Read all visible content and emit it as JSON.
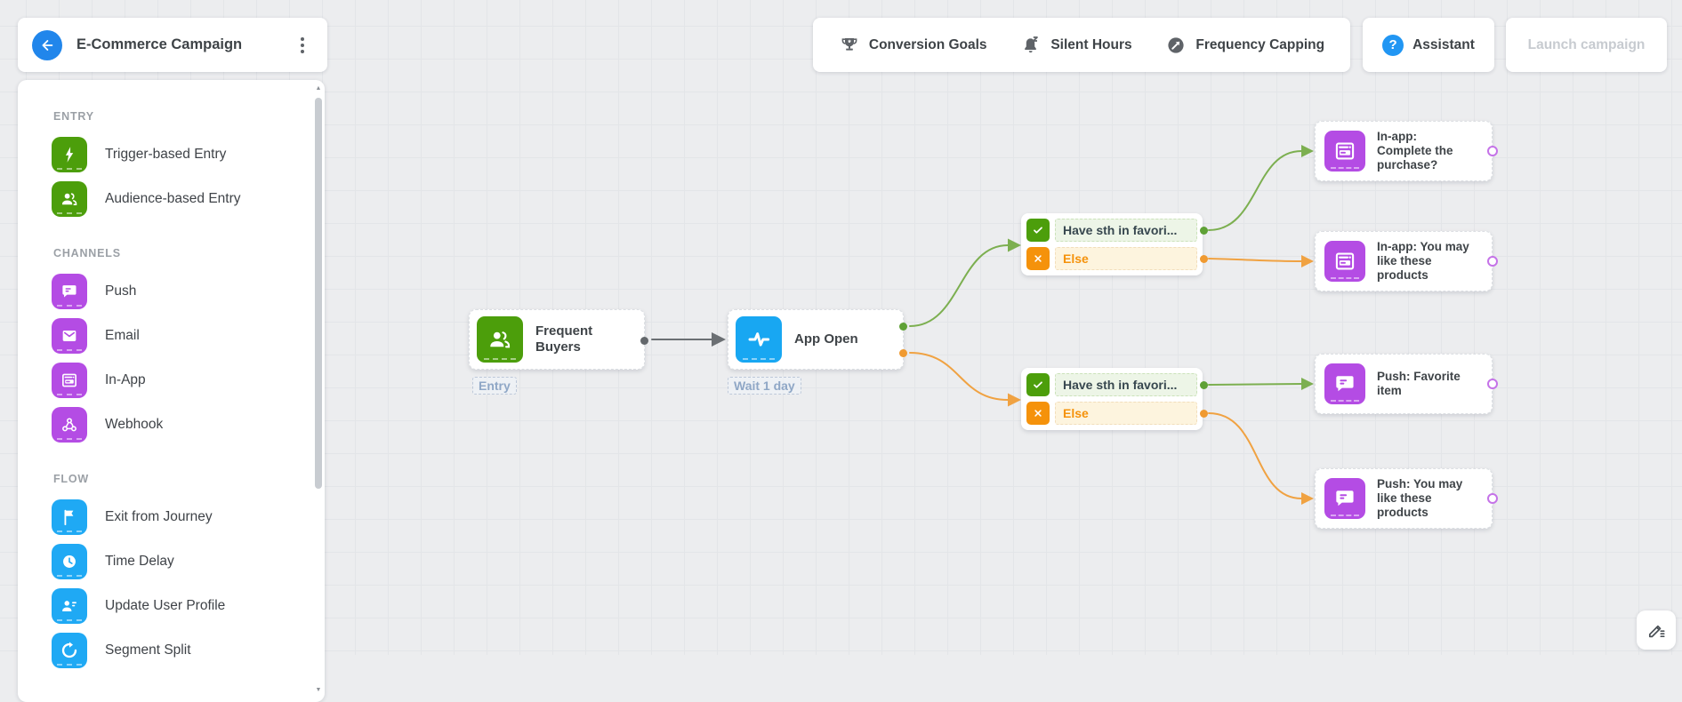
{
  "header": {
    "title": "E-Commerce Campaign",
    "back_icon": "arrow-left-icon",
    "menu_icon": "kebab-menu-icon"
  },
  "toolbar": {
    "buttons": [
      {
        "label": "Conversion Goals",
        "icon": "trophy-icon"
      },
      {
        "label": "Silent Hours",
        "icon": "bell-snooze-icon"
      },
      {
        "label": "Frequency Capping",
        "icon": "gauge-icon"
      }
    ],
    "assistant_label": "Assistant",
    "assistant_icon": "question-circle-icon",
    "launch_label": "Launch campaign",
    "launch_state": "disabled"
  },
  "sidebar": {
    "sections": [
      {
        "title": "ENTRY",
        "color": "#4C9E0B",
        "items": [
          {
            "label": "Trigger-based Entry",
            "icon": "bolt-icon"
          },
          {
            "label": "Audience-based Entry",
            "icon": "audience-icon"
          }
        ]
      },
      {
        "title": "CHANNELS",
        "color": "#B44CE4",
        "items": [
          {
            "label": "Push",
            "icon": "chat-bubble-icon"
          },
          {
            "label": "Email",
            "icon": "envelope-icon"
          },
          {
            "label": "In-App",
            "icon": "in-app-window-icon"
          },
          {
            "label": "Webhook",
            "icon": "webhook-icon"
          }
        ]
      },
      {
        "title": "FLOW",
        "color": "#1FA9F4",
        "items": [
          {
            "label": "Exit from Journey",
            "icon": "flag-icon"
          },
          {
            "label": "Time Delay",
            "icon": "clock-icon"
          },
          {
            "label": "Update User Profile",
            "icon": "user-edit-icon"
          },
          {
            "label": "Segment Split",
            "icon": "segment-split-icon"
          }
        ]
      }
    ]
  },
  "flow": {
    "entry_node": {
      "title": "Frequent Buyers",
      "tag": "Entry",
      "icon": "audience-icon"
    },
    "trigger_node": {
      "title": "App Open",
      "tag": "Wait 1 day",
      "icon": "pulse-icon"
    },
    "condition_top": {
      "yes": "Have sth in favori...",
      "no": "Else"
    },
    "condition_bottom": {
      "yes": "Have sth in favori...",
      "no": "Else"
    },
    "messages": [
      {
        "title": "In-app: Complete the purchase?",
        "channel": "in-app"
      },
      {
        "title": "In-app: You may like these products",
        "channel": "in-app"
      },
      {
        "title": "Push: Favorite item",
        "channel": "push"
      },
      {
        "title": "Push: You may like these products",
        "channel": "push"
      }
    ]
  },
  "colors": {
    "entry_green": "#4C9E0B",
    "channel_purple": "#B44CE4",
    "flow_blue": "#1FA9F4",
    "accent_blue": "#2186EB",
    "connector_green": "#7CAF50",
    "connector_orange": "#F0A242",
    "connector_gray": "#6B6F73",
    "condition_orange": "#F5920B",
    "ring_purple": "#C573E8"
  }
}
